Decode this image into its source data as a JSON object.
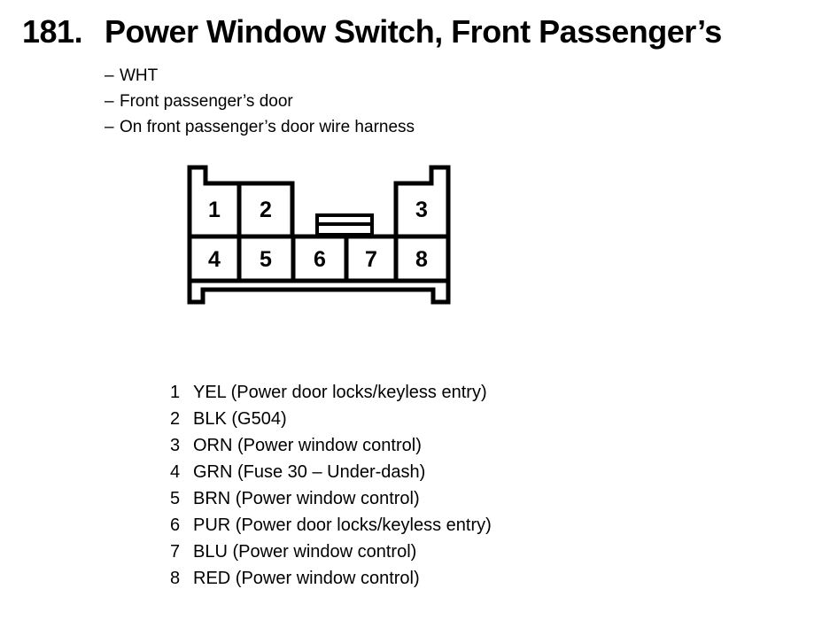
{
  "colors": {
    "ink": "#000000",
    "paper": "#ffffff"
  },
  "header": {
    "number": "181.",
    "title": "Power Window Switch, Front Passenger’s",
    "bullets": [
      {
        "dash": "–",
        "text": "WHT"
      },
      {
        "dash": "–",
        "text": "Front passenger’s door"
      },
      {
        "dash": "–",
        "text": "On front passenger’s door wire harness"
      }
    ]
  },
  "connector": {
    "description": "8-pin connector, front view, with center latch",
    "top_row_pins": [
      "1",
      "2",
      "3"
    ],
    "bottom_row_pins": [
      "4",
      "5",
      "6",
      "7",
      "8"
    ]
  },
  "pin_list": {
    "rows": [
      {
        "pin": "1",
        "wire": "YEL (Power door locks/keyless entry)"
      },
      {
        "pin": "2",
        "wire": "BLK (G504)"
      },
      {
        "pin": "3",
        "wire": "ORN (Power window control)"
      },
      {
        "pin": "4",
        "wire": "GRN (Fuse 30 – Under-dash)"
      },
      {
        "pin": "5",
        "wire": "BRN (Power window control)"
      },
      {
        "pin": "6",
        "wire": "PUR (Power door locks/keyless entry)"
      },
      {
        "pin": "7",
        "wire": "BLU (Power window control)"
      },
      {
        "pin": "8",
        "wire": "RED (Power window control)"
      }
    ]
  }
}
